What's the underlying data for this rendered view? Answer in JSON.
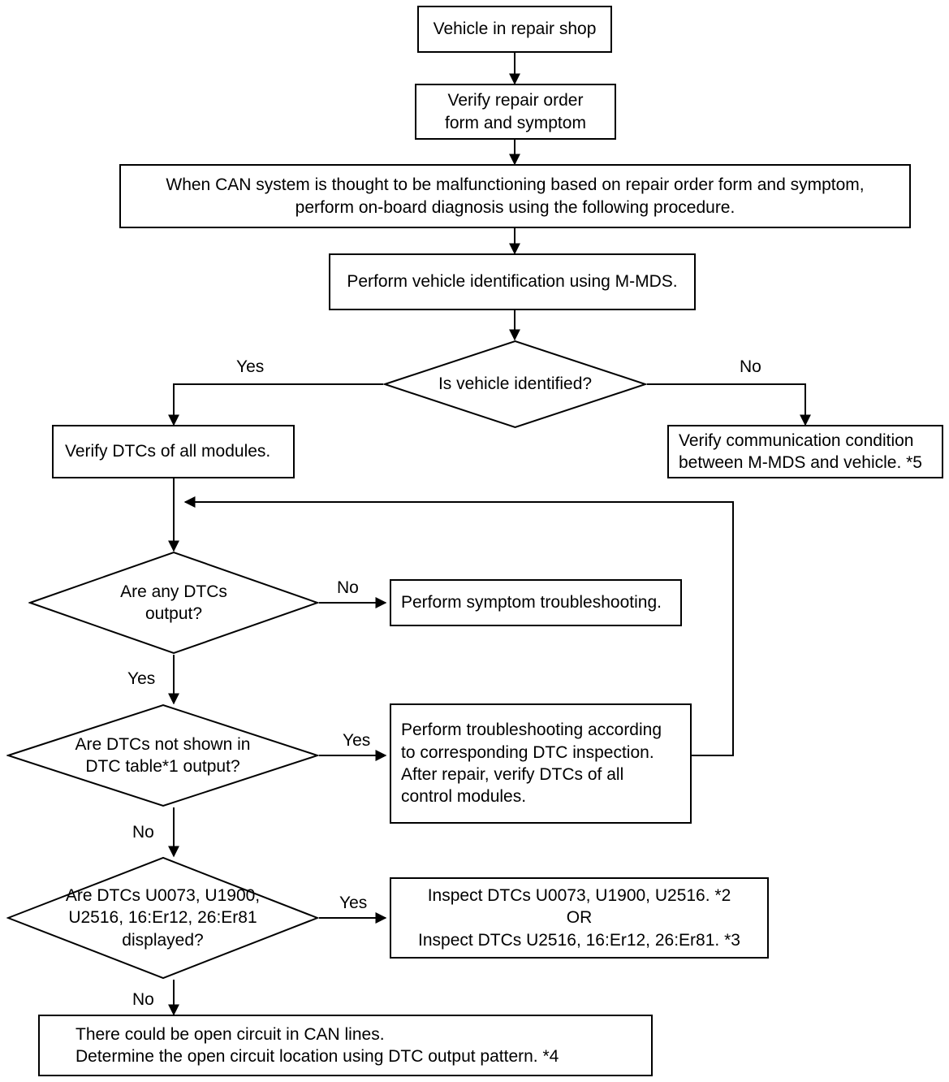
{
  "diagram": {
    "title": "CAN system on-board diagnosis flowchart",
    "nodes": {
      "vehicle_in_shop": "Vehicle in repair shop",
      "verify_repair_order_l1": "Verify repair order",
      "verify_repair_order_l2": "form and symptom",
      "can_malfunction_l1": "When CAN system is thought to be malfunctioning based on repair order form and symptom,",
      "can_malfunction_l2": "perform on-board diagnosis using the following procedure.",
      "perform_vehicle_id": "Perform vehicle identification using M-MDS.",
      "is_vehicle_identified": "Is vehicle identified?",
      "verify_dtcs_all_modules": "Verify DTCs of all modules.",
      "verify_communication_l1": "Verify communication condition",
      "verify_communication_l2": "between M-MDS and vehicle. *5",
      "are_any_dtcs_l1": "Are any DTCs",
      "are_any_dtcs_l2": "output?",
      "perform_symptom_troubleshooting": "Perform symptom troubleshooting.",
      "are_dtcs_not_shown_l1": "Are DTCs not shown in",
      "are_dtcs_not_shown_l2": "DTC table*1 output?",
      "perform_troubleshooting_l1": "Perform troubleshooting according",
      "perform_troubleshooting_l2": "to corresponding DTC inspection.",
      "perform_troubleshooting_l3": "After repair, verify DTCs of all",
      "perform_troubleshooting_l4": "control modules.",
      "are_dtcs_displayed_l1": "Are DTCs U0073, U1900,",
      "are_dtcs_displayed_l2": "U2516, 16:Er12, 26:Er81",
      "are_dtcs_displayed_l3": "displayed?",
      "inspect_dtcs_l1": "Inspect DTCs U0073, U1900, U2516.  *2",
      "inspect_dtcs_l2": "OR",
      "inspect_dtcs_l3": "Inspect DTCs U2516, 16:Er12, 26:Er81.  *3",
      "open_circuit_l1": "There could be open circuit in CAN lines.",
      "open_circuit_l2": "Determine the open circuit location using DTC output pattern.   *4"
    },
    "edge_labels": {
      "identified_yes": "Yes",
      "identified_no": "No",
      "any_dtcs_no": "No",
      "any_dtcs_yes": "Yes",
      "not_shown_yes": "Yes",
      "not_shown_no": "No",
      "displayed_yes": "Yes",
      "displayed_no": "No"
    },
    "colors": {
      "stroke": "#000000",
      "fill": "#ffffff",
      "text": "#000000"
    }
  }
}
